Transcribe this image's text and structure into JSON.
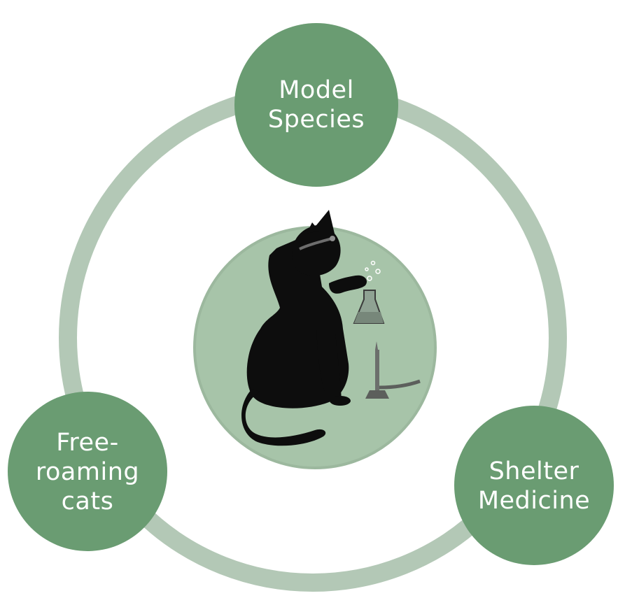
{
  "colors": {
    "ring": "#b3c8b6",
    "node_fill": "#6a9c72",
    "center_fill": "#a7c4a9",
    "center_ring": "#9cb89e",
    "cat": "#0d0d0d",
    "text": "#ffffff"
  },
  "nodes": {
    "top": {
      "lines": [
        "Model",
        "Species"
      ]
    },
    "left": {
      "lines": [
        "Free-",
        "roaming",
        "cats"
      ]
    },
    "right": {
      "lines": [
        "Shelter",
        "Medicine"
      ]
    }
  },
  "center": {
    "icon": "cat-scientist-icon"
  }
}
